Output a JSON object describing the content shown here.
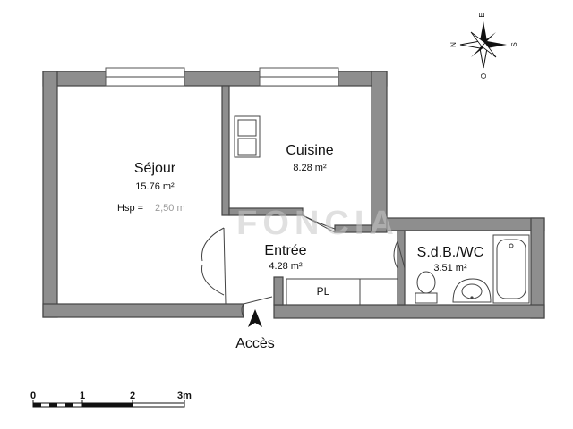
{
  "rooms": {
    "sejour": {
      "name": "Séjour",
      "area": "15.76 m²",
      "height_label": "Hsp =",
      "height_value": "2,50 m"
    },
    "cuisine": {
      "name": "Cuisine",
      "area": "8.28 m²"
    },
    "entree": {
      "name": "Entrée",
      "area": "4.28 m²"
    },
    "sdb": {
      "name": "S.d.B./WC",
      "area": "3.51 m²"
    },
    "placard": {
      "name": "PL"
    }
  },
  "access": {
    "label": "Accès"
  },
  "compass": {
    "north": "N",
    "east": "E",
    "south": "S",
    "west": "O"
  },
  "scale": {
    "ticks": [
      "0",
      "1",
      "2",
      "3m"
    ]
  },
  "watermark": "FONCIA",
  "colors": {
    "wall": "#8e8e8e",
    "line": "#444444"
  }
}
